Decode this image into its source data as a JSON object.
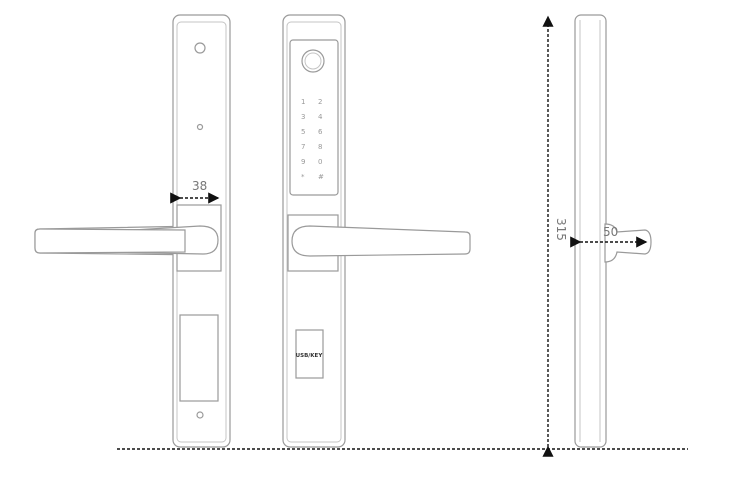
{
  "dimensions": {
    "width": "38",
    "height": "315",
    "depth": "50"
  },
  "usb_label": "USB/KEY",
  "keypad": [
    "1",
    "2",
    "3",
    "4",
    "5",
    "6",
    "7",
    "8",
    "9",
    "0",
    "*",
    "#"
  ]
}
